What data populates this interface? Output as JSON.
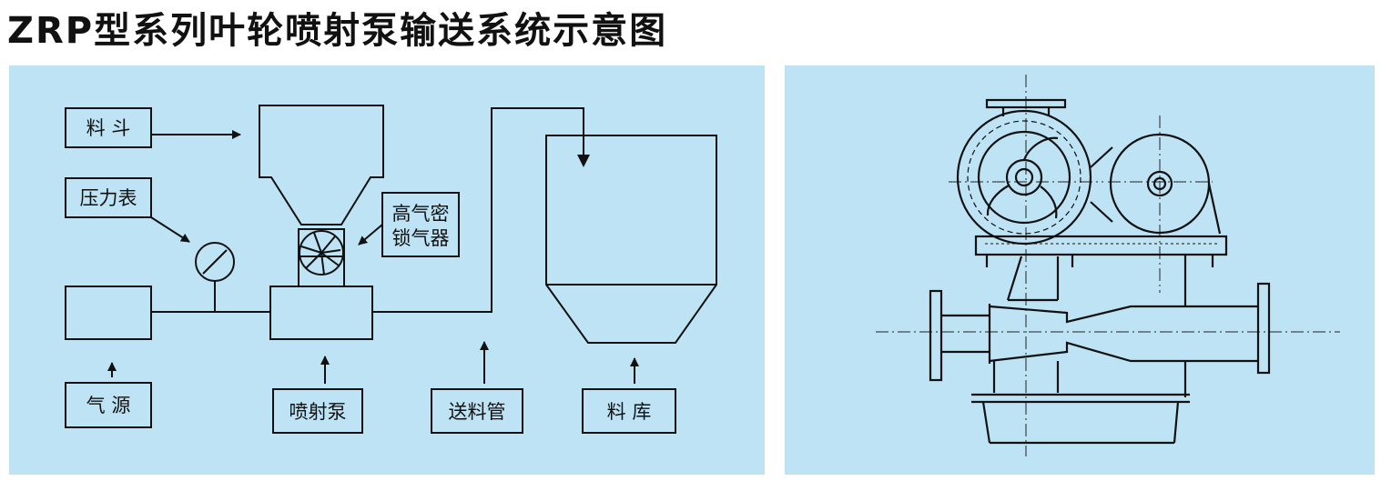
{
  "title": "ZRP型系列叶轮喷射泵输送系统示意图",
  "colors": {
    "panel_bg": "#bde3f5",
    "line": "#111111"
  },
  "flow_diagram": {
    "labels": {
      "hopper": "料   斗",
      "pressure_gauge": "压力表",
      "airlock_line1": "高气密",
      "airlock_line2": "锁气器",
      "air_source": "气  源",
      "jet_pump": "喷射泵",
      "conveying_pipe": "送料管",
      "silo": "料   库"
    }
  }
}
